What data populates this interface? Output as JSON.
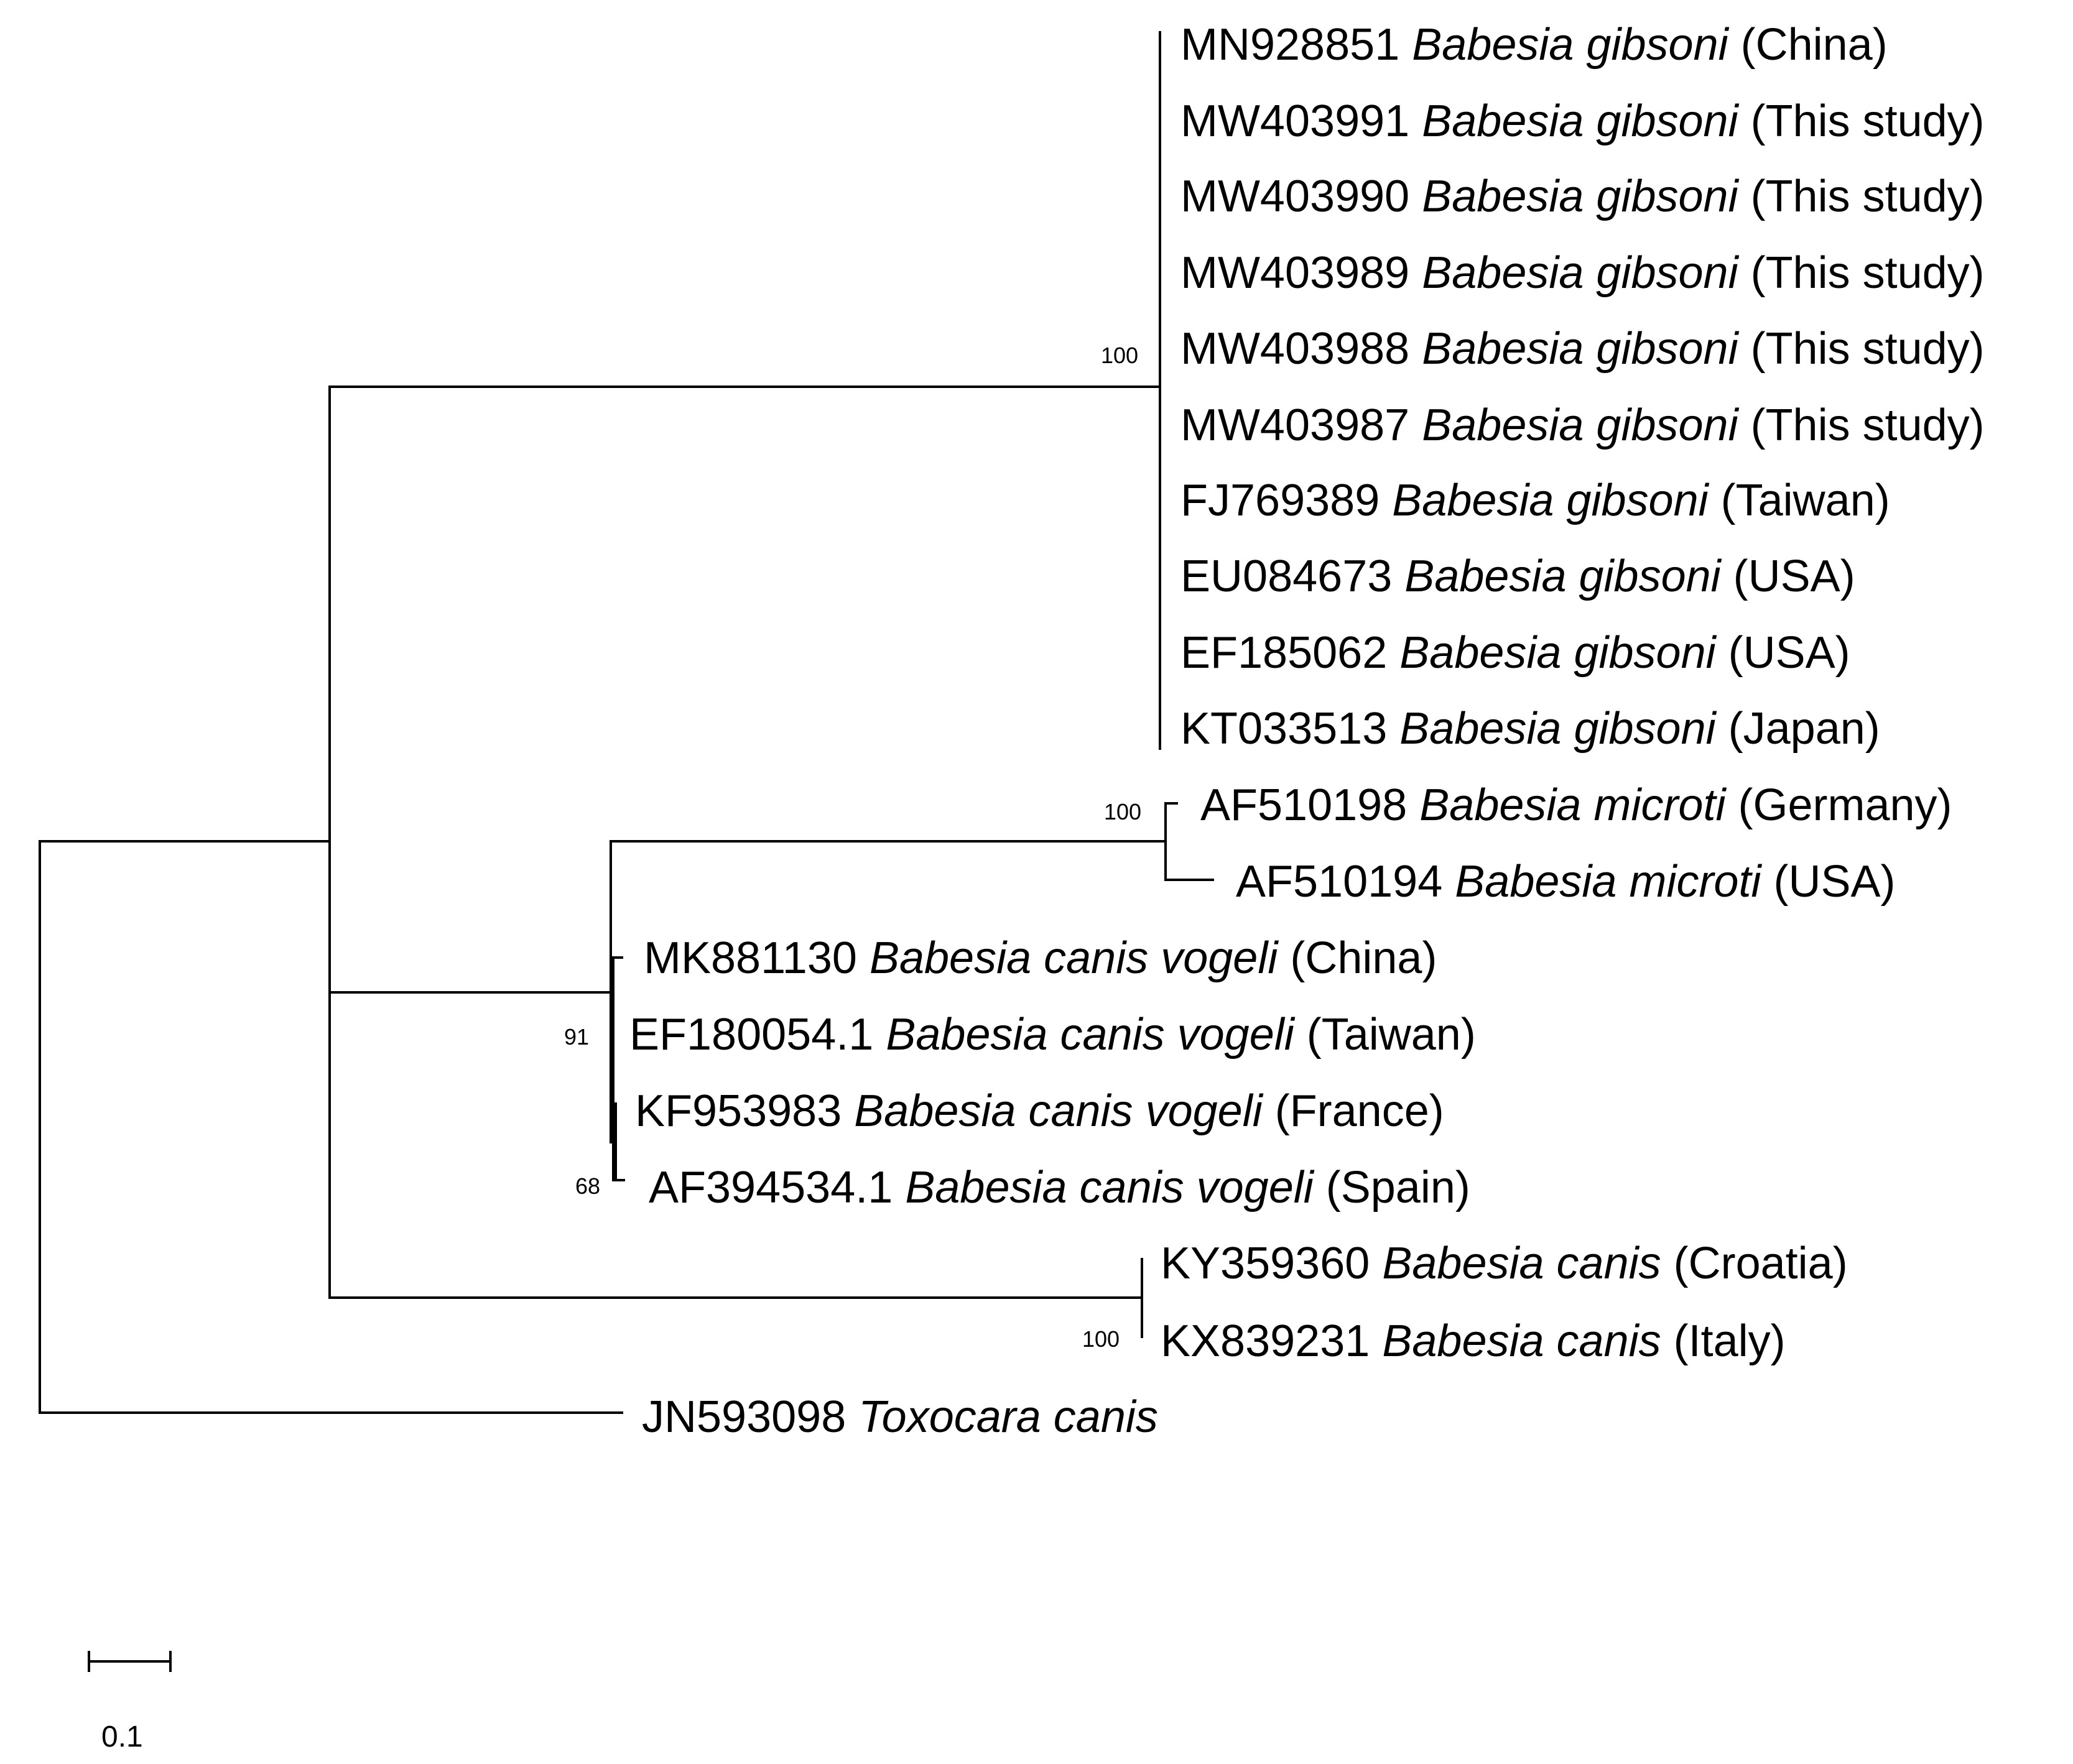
{
  "tree": {
    "taxa": {
      "MN928851": {
        "accession": "MN928851",
        "species": "Babesia gibsoni",
        "origin": "(China)"
      },
      "MW403991": {
        "accession": "MW403991",
        "species": "Babesia gibsoni",
        "origin": "(This study)"
      },
      "MW403990": {
        "accession": "MW403990",
        "species": "Babesia gibsoni",
        "origin": "(This study)"
      },
      "MW403989": {
        "accession": "MW403989",
        "species": "Babesia gibsoni",
        "origin": "(This study)"
      },
      "MW403988": {
        "accession": "MW403988",
        "species": "Babesia gibsoni",
        "origin": "(This study)"
      },
      "MW403987": {
        "accession": "MW403987",
        "species": "Babesia gibsoni",
        "origin": "(This study)"
      },
      "FJ769389": {
        "accession": "FJ769389",
        "species": "Babesia gibsoni",
        "origin": "(Taiwan)"
      },
      "EU084673": {
        "accession": "EU084673",
        "species": "Babesia gibsoni",
        "origin": "(USA)"
      },
      "EF185062": {
        "accession": "EF185062",
        "species": "Babesia gibsoni",
        "origin": "(USA)"
      },
      "KT033513": {
        "accession": "KT033513",
        "species": "Babesia gibsoni",
        "origin": "(Japan)"
      },
      "AF510198": {
        "accession": "AF510198",
        "species": "Babesia microti",
        "origin": "(Germany)"
      },
      "AF510194": {
        "accession": "AF510194",
        "species": "Babesia microti",
        "origin": "(USA)"
      },
      "MK881130": {
        "accession": "MK881130",
        "species": "Babesia canis vogeli",
        "origin": "(China)"
      },
      "EF180054": {
        "accession": "EF180054.1",
        "species": "Babesia canis vogeli",
        "origin": "(Taiwan)"
      },
      "KF953983": {
        "accession": "KF953983",
        "species": "Babesia canis vogeli",
        "origin": "(France)"
      },
      "AF394534": {
        "accession": "AF394534.1",
        "species": "Babesia canis vogeli",
        "origin": "(Spain)"
      },
      "KY359360": {
        "accession": "KY359360",
        "species": "Babesia canis",
        "origin": "(Croatia)"
      },
      "KX839231": {
        "accession": "KX839231",
        "species": "Babesia canis",
        "origin": "(Italy)"
      },
      "JN593098": {
        "accession": "JN593098",
        "species": "Toxocara canis",
        "origin": ""
      }
    },
    "bootstrap": {
      "gibsoni_clade": "100",
      "microti_clade": "100",
      "vogeli_clade": "91",
      "vogeli_subclade": "68",
      "canis_clade": "100"
    },
    "scale_bar": {
      "label": "0.1",
      "value": 0.1
    }
  }
}
